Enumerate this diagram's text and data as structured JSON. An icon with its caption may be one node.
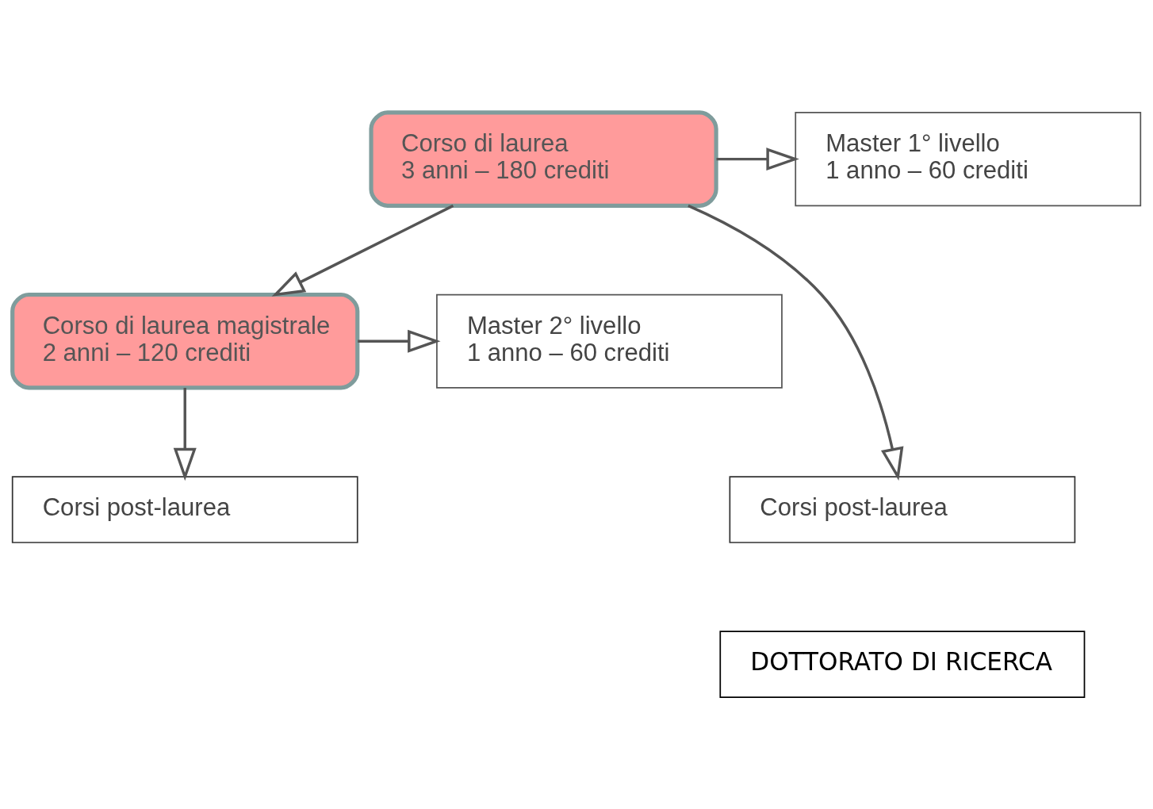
{
  "diagram": {
    "nodes": [
      {
        "text": [
          "Corso di laurea",
          "3 anni – 180 crediti"
        ]
      },
      {
        "text": [
          "Master 1° livello",
          "1 anno – 60 crediti"
        ]
      },
      {
        "text": [
          "Corso di laurea magistrale",
          "2 anni – 120 crediti"
        ]
      },
      {
        "text": [
          "Master 2° livello",
          "1 anno – 60 crediti"
        ]
      },
      {
        "text": [
          "Corsi post-laurea"
        ]
      },
      {
        "text": [
          "Corsi post-laurea"
        ]
      },
      {
        "text": [
          "DOTTORATO DI RICERCA"
        ]
      }
    ],
    "edges": [
      {
        "from": 0,
        "to": 1,
        "arrow": "to"
      },
      {
        "from": 0,
        "to": 4,
        "arrow": "to"
      },
      {
        "from": 0,
        "to": 2,
        "arrow": "to"
      },
      {
        "from": 2,
        "to": 3,
        "arrow": "to"
      },
      {
        "from": 2,
        "to": 5,
        "arrow": "to"
      }
    ]
  }
}
